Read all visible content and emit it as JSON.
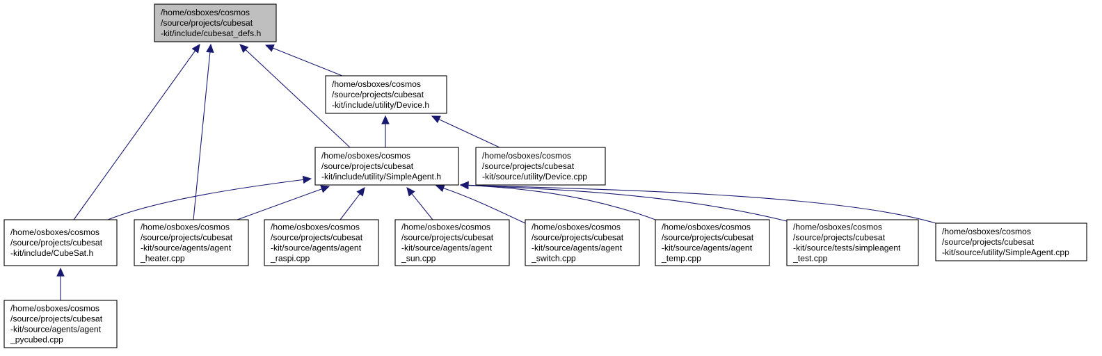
{
  "diagram": {
    "type": "include-dependency-graph",
    "colors": {
      "edge": "#191970",
      "node_border": "#000000",
      "node_fill": "#ffffff",
      "root_fill": "#bfbfbf"
    },
    "nodes": [
      {
        "id": "cubesat_defs",
        "root": true,
        "lines": [
          "/home/osboxes/cosmos",
          "/source/projects/cubesat",
          "-kit/include/cubesat_defs.h"
        ]
      },
      {
        "id": "device_h",
        "lines": [
          "/home/osboxes/cosmos",
          "/source/projects/cubesat",
          "-kit/include/utility/Device.h"
        ]
      },
      {
        "id": "simpleagent_h",
        "lines": [
          "/home/osboxes/cosmos",
          "/source/projects/cubesat",
          "-kit/include/utility/SimpleAgent.h"
        ]
      },
      {
        "id": "device_cpp",
        "lines": [
          "/home/osboxes/cosmos",
          "/source/projects/cubesat",
          "-kit/source/utility/Device.cpp"
        ]
      },
      {
        "id": "cubesat_h",
        "lines": [
          "/home/osboxes/cosmos",
          "/source/projects/cubesat",
          "-kit/include/CubeSat.h"
        ]
      },
      {
        "id": "agent_heater",
        "lines": [
          "/home/osboxes/cosmos",
          "/source/projects/cubesat",
          "-kit/source/agents/agent",
          "_heater.cpp"
        ]
      },
      {
        "id": "agent_raspi",
        "lines": [
          "/home/osboxes/cosmos",
          "/source/projects/cubesat",
          "-kit/source/agents/agent",
          "_raspi.cpp"
        ]
      },
      {
        "id": "agent_sun",
        "lines": [
          "/home/osboxes/cosmos",
          "/source/projects/cubesat",
          "-kit/source/agents/agent",
          "_sun.cpp"
        ]
      },
      {
        "id": "agent_switch",
        "lines": [
          "/home/osboxes/cosmos",
          "/source/projects/cubesat",
          "-kit/source/agents/agent",
          "_switch.cpp"
        ]
      },
      {
        "id": "agent_temp",
        "lines": [
          "/home/osboxes/cosmos",
          "/source/projects/cubesat",
          "-kit/source/agents/agent",
          "_temp.cpp"
        ]
      },
      {
        "id": "simpleagent_test",
        "lines": [
          "/home/osboxes/cosmos",
          "/source/projects/cubesat",
          "-kit/source/tests/simpleagent",
          "_test.cpp"
        ]
      },
      {
        "id": "simpleagent_cpp",
        "lines": [
          "/home/osboxes/cosmos",
          "/source/projects/cubesat",
          "-kit/source/utility/SimpleAgent.cpp"
        ]
      },
      {
        "id": "agent_pycubed",
        "lines": [
          "/home/osboxes/cosmos",
          "/source/projects/cubesat",
          "-kit/source/agents/agent",
          "_pycubed.cpp"
        ]
      }
    ],
    "edges": [
      {
        "from": "device_h",
        "to": "cubesat_defs"
      },
      {
        "from": "simpleagent_h",
        "to": "cubesat_defs"
      },
      {
        "from": "cubesat_h",
        "to": "cubesat_defs"
      },
      {
        "from": "agent_heater",
        "to": "cubesat_defs"
      },
      {
        "from": "simpleagent_h",
        "to": "device_h"
      },
      {
        "from": "device_cpp",
        "to": "device_h"
      },
      {
        "from": "cubesat_h",
        "to": "simpleagent_h"
      },
      {
        "from": "agent_heater",
        "to": "simpleagent_h"
      },
      {
        "from": "agent_raspi",
        "to": "simpleagent_h"
      },
      {
        "from": "agent_sun",
        "to": "simpleagent_h"
      },
      {
        "from": "agent_switch",
        "to": "simpleagent_h"
      },
      {
        "from": "agent_temp",
        "to": "simpleagent_h"
      },
      {
        "from": "simpleagent_test",
        "to": "simpleagent_h"
      },
      {
        "from": "simpleagent_cpp",
        "to": "simpleagent_h"
      },
      {
        "from": "agent_pycubed",
        "to": "cubesat_h"
      }
    ]
  }
}
